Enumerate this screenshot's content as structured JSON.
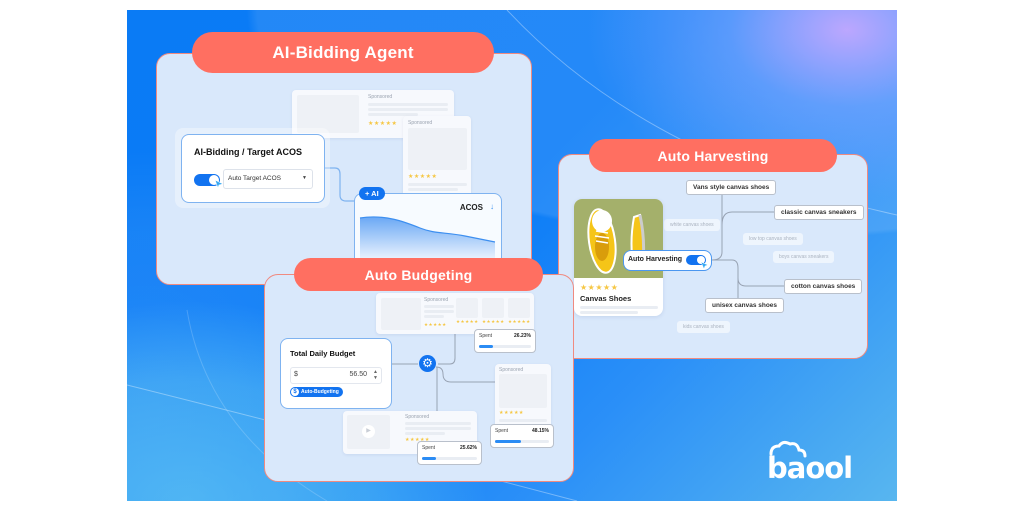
{
  "colors": {
    "brand_blue": "#0a7bf5",
    "pill_coral": "#ff6f61",
    "panel_bg": "#d9e8fb",
    "accent_blue": "#1273f0"
  },
  "ai_bidding": {
    "title": "AI-Bidding Agent",
    "ad_card_1": {
      "label": "Sponsored",
      "stars": "★★★★★"
    },
    "ad_card_2": {
      "label": "Sponsored",
      "stars": "★★★★★"
    },
    "settings_card": {
      "title": "AI-Bidding / Target ACOS",
      "toggle_on": true,
      "dropdown_value": "Auto Target ACOS"
    },
    "chart_card": {
      "badge": "+ AI",
      "metric": "ACOS",
      "trend_icon": "arrow-down-icon"
    }
  },
  "auto_budgeting": {
    "title": "Auto Budgeting",
    "budget_card": {
      "title": "Total Daily Budget",
      "currency": "$",
      "amount": "56.50",
      "badge": "Auto-Budgeting",
      "badge_icon": "$"
    },
    "ad_top": {
      "label": "Sponsored",
      "stars": [
        "★★★★★",
        "★★★★★",
        "★★★★★",
        "★★★★★"
      ]
    },
    "ad_right": {
      "label": "Sponsored",
      "stars": "★★★★★"
    },
    "ad_bottom": {
      "label": "Sponsored",
      "stars": "★★★★★"
    },
    "spent": [
      {
        "label": "Spent",
        "value": "26.23%",
        "pct": 26.23
      },
      {
        "label": "Spent",
        "value": "48.15%",
        "pct": 48.15
      },
      {
        "label": "Spent",
        "value": "25.62%",
        "pct": 25.62
      }
    ]
  },
  "auto_harvesting": {
    "title": "Auto Harvesting",
    "product": {
      "name": "Canvas Shoes",
      "stars": "★★★★★"
    },
    "toggle": {
      "label": "Auto Harvesting",
      "on": true
    },
    "keywords": [
      "Vans style canvas shoes",
      "classic canvas sneakers",
      "cotton canvas shoes",
      "unisex canvas shoes"
    ],
    "faded_keywords": [
      "white canvas shoes",
      "low top canvas shoes",
      "boys canvas sneakers",
      "kids canvas shoes"
    ]
  },
  "logo": {
    "text": "baool"
  }
}
